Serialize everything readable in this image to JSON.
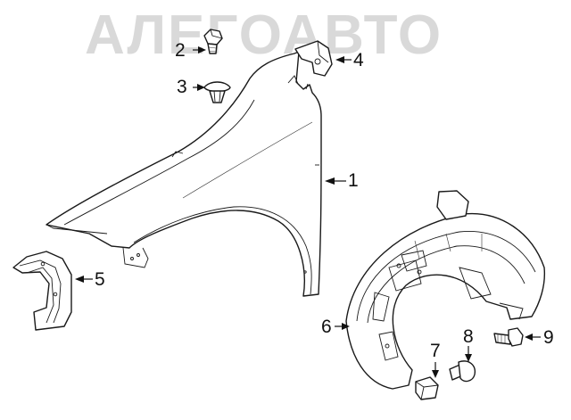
{
  "watermark": "АЛЕГОАВТО",
  "callouts": [
    "1",
    "2",
    "3",
    "4",
    "5",
    "6",
    "7",
    "8",
    "9"
  ],
  "colors": {
    "line": "#1a1a1a",
    "watermark": "#d9d9d9",
    "background": "#ffffff"
  }
}
